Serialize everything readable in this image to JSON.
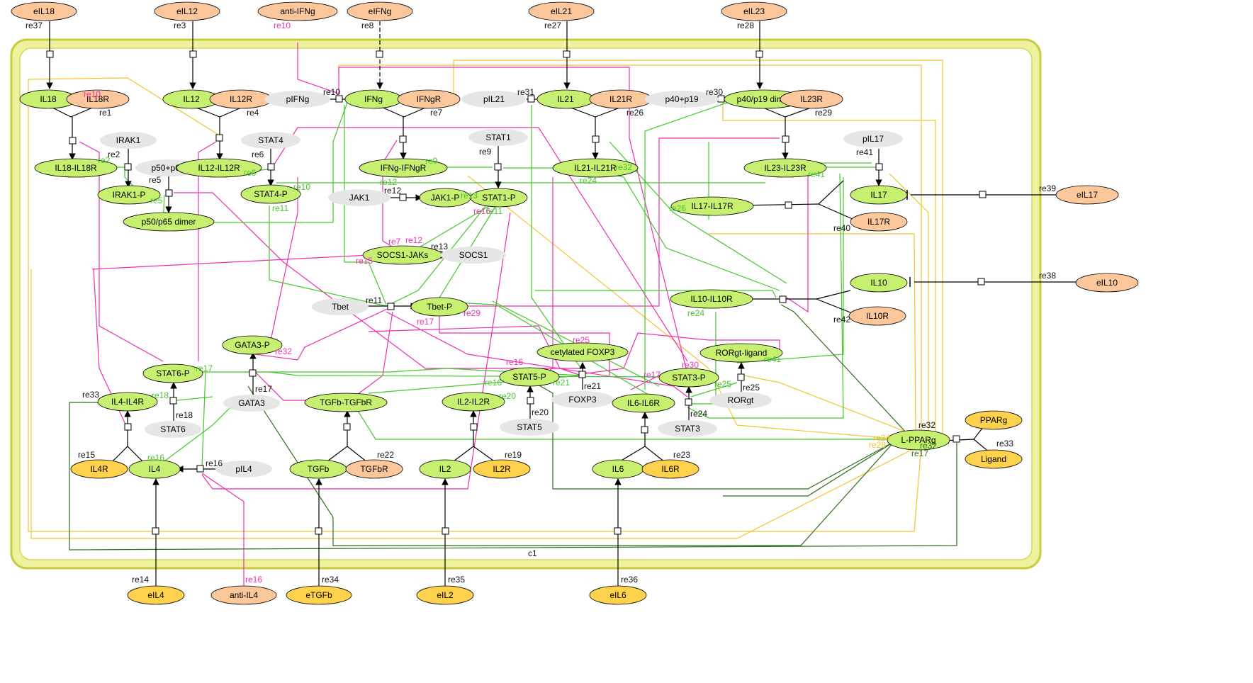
{
  "compartment": {
    "label": "c1"
  },
  "colors": {
    "activated": "#c8f070",
    "external": "#fcc89b",
    "ligand": "#ffd24d",
    "precursor": "#e6e6e6",
    "edge_black": "#000000",
    "edge_pink": "#ee2fb0",
    "edge_green": "#44c72b",
    "edge_darkgreen": "#2d6e1c",
    "edge_yellow": "#f4c430",
    "compartment_border": "#cfd34a",
    "compartment_fill": "#f6f8c8"
  },
  "nodes": [
    {
      "id": "eIL18",
      "label": "eIL18",
      "type": "external"
    },
    {
      "id": "eIL12",
      "label": "eIL12",
      "type": "external"
    },
    {
      "id": "antiIFNg",
      "label": "anti-IFNg",
      "type": "external"
    },
    {
      "id": "eIFNg",
      "label": "eIFNg",
      "type": "external"
    },
    {
      "id": "eIL21",
      "label": "eIL21",
      "type": "external"
    },
    {
      "id": "eIL23",
      "label": "eIL23",
      "type": "external"
    },
    {
      "id": "IL18",
      "label": "IL18",
      "type": "activated"
    },
    {
      "id": "IL18R",
      "label": "IL18R",
      "type": "external"
    },
    {
      "id": "IL12",
      "label": "IL12",
      "type": "activated"
    },
    {
      "id": "IL12R",
      "label": "IL12R",
      "type": "external"
    },
    {
      "id": "pIFNg",
      "label": "pIFNg",
      "type": "precursor"
    },
    {
      "id": "IFNg",
      "label": "IFNg",
      "type": "activated"
    },
    {
      "id": "IFNgR",
      "label": "IFNgR",
      "type": "external"
    },
    {
      "id": "pIL21",
      "label": "pIL21",
      "type": "precursor"
    },
    {
      "id": "IL21",
      "label": "IL21",
      "type": "activated"
    },
    {
      "id": "IL21R",
      "label": "IL21R",
      "type": "external"
    },
    {
      "id": "p40p19",
      "label": "p40+p19",
      "type": "precursor"
    },
    {
      "id": "p40p19dimer",
      "label": "p40/p19 dimer",
      "type": "activated"
    },
    {
      "id": "IL23R",
      "label": "IL23R",
      "type": "external"
    },
    {
      "id": "IRAK1",
      "label": "IRAK1",
      "type": "precursor"
    },
    {
      "id": "STAT4",
      "label": "STAT4",
      "type": "precursor"
    },
    {
      "id": "STAT1",
      "label": "STAT1",
      "type": "precursor"
    },
    {
      "id": "pIL17",
      "label": "pIL17",
      "type": "precursor"
    },
    {
      "id": "IL18IL18R",
      "label": "IL18-IL18R",
      "type": "activated"
    },
    {
      "id": "p50p65",
      "label": "p50+p65",
      "type": "precursor"
    },
    {
      "id": "IL12IL12R",
      "label": "IL12-IL12R",
      "type": "activated"
    },
    {
      "id": "IFNgIFNgR",
      "label": "IFNg-IFNgR",
      "type": "activated"
    },
    {
      "id": "IL21IL21R",
      "label": "IL21-IL21R",
      "type": "activated"
    },
    {
      "id": "IL23IL23R",
      "label": "IL23-IL23R",
      "type": "activated"
    },
    {
      "id": "IRAK1P",
      "label": "IRAK1-P",
      "type": "activated"
    },
    {
      "id": "STAT4P",
      "label": "STAT4-P",
      "type": "activated"
    },
    {
      "id": "JAK1",
      "label": "JAK1",
      "type": "precursor"
    },
    {
      "id": "JAK1P",
      "label": "JAK1-P",
      "type": "activated"
    },
    {
      "id": "STAT1P",
      "label": "STAT1-P",
      "type": "activated"
    },
    {
      "id": "IL17",
      "label": "IL17",
      "type": "activated"
    },
    {
      "id": "eIL17",
      "label": "eIL17",
      "type": "external"
    },
    {
      "id": "IL17IL17R",
      "label": "IL17-IL17R",
      "type": "activated"
    },
    {
      "id": "IL17R",
      "label": "IL17R",
      "type": "external"
    },
    {
      "id": "p50p65dimer",
      "label": "p50/p65 dimer",
      "type": "activated"
    },
    {
      "id": "SOCS1JAKs",
      "label": "SOCS1-JAKs",
      "type": "activated"
    },
    {
      "id": "SOCS1",
      "label": "SOCS1",
      "type": "precursor"
    },
    {
      "id": "IL10",
      "label": "IL10",
      "type": "activated"
    },
    {
      "id": "eIL10",
      "label": "eIL10",
      "type": "external"
    },
    {
      "id": "Tbet",
      "label": "Tbet",
      "type": "precursor"
    },
    {
      "id": "TbetP",
      "label": "Tbet-P",
      "type": "activated"
    },
    {
      "id": "IL10IL10R",
      "label": "IL10-IL10R",
      "type": "activated"
    },
    {
      "id": "IL10R",
      "label": "IL10R",
      "type": "external"
    },
    {
      "id": "GATA3P",
      "label": "GATA3-P",
      "type": "activated"
    },
    {
      "id": "acFOXP3",
      "label": "cetylated FOXP3",
      "type": "activated"
    },
    {
      "id": "RORgtligand",
      "label": "RORgt-ligand",
      "type": "activated"
    },
    {
      "id": "STAT6P",
      "label": "STAT6-P",
      "type": "activated"
    },
    {
      "id": "STAT5P",
      "label": "STAT5-P",
      "type": "activated"
    },
    {
      "id": "STAT3P",
      "label": "STAT3-P",
      "type": "activated"
    },
    {
      "id": "GATA3",
      "label": "GATA3",
      "type": "precursor"
    },
    {
      "id": "FOXP3",
      "label": "FOXP3",
      "type": "precursor"
    },
    {
      "id": "RORgt",
      "label": "RORgt",
      "type": "precursor"
    },
    {
      "id": "IL4IL4R",
      "label": "IL4-IL4R",
      "type": "activated"
    },
    {
      "id": "TGFbTGFbR",
      "label": "TGFb-TGFbR",
      "type": "activated"
    },
    {
      "id": "IL2IL2R",
      "label": "IL2-IL2R",
      "type": "activated"
    },
    {
      "id": "IL6IL6R",
      "label": "IL6-IL6R",
      "type": "activated"
    },
    {
      "id": "STAT6",
      "label": "STAT6",
      "type": "precursor"
    },
    {
      "id": "STAT5",
      "label": "STAT5",
      "type": "precursor"
    },
    {
      "id": "STAT3",
      "label": "STAT3",
      "type": "precursor"
    },
    {
      "id": "PPARg",
      "label": "PPARg",
      "type": "ligand"
    },
    {
      "id": "LPPARg",
      "label": "L-PPARg",
      "type": "activated"
    },
    {
      "id": "Ligand",
      "label": "Ligand",
      "type": "ligand"
    },
    {
      "id": "IL4R",
      "label": "IL4R",
      "type": "ligand"
    },
    {
      "id": "IL4",
      "label": "IL4",
      "type": "activated"
    },
    {
      "id": "pIL4",
      "label": "pIL4",
      "type": "precursor"
    },
    {
      "id": "TGFb",
      "label": "TGFb",
      "type": "activated"
    },
    {
      "id": "TGFbR",
      "label": "TGFbR",
      "type": "external"
    },
    {
      "id": "IL2",
      "label": "IL2",
      "type": "activated"
    },
    {
      "id": "IL2R",
      "label": "IL2R",
      "type": "ligand"
    },
    {
      "id": "IL6",
      "label": "IL6",
      "type": "activated"
    },
    {
      "id": "IL6R",
      "label": "IL6R",
      "type": "ligand"
    },
    {
      "id": "eIL4",
      "label": "eIL4",
      "type": "ligand"
    },
    {
      "id": "antiIL4",
      "label": "anti-IL4",
      "type": "external"
    },
    {
      "id": "eTGFb",
      "label": "eTGFb",
      "type": "ligand"
    },
    {
      "id": "eIL2",
      "label": "eIL2",
      "type": "ligand"
    },
    {
      "id": "eIL6",
      "label": "eIL6",
      "type": "ligand"
    }
  ],
  "reactions": [
    {
      "id": "re37",
      "label": "re37"
    },
    {
      "id": "re3",
      "label": "re3"
    },
    {
      "id": "re10a",
      "label": "re10"
    },
    {
      "id": "re8",
      "label": "re8"
    },
    {
      "id": "re27",
      "label": "re27"
    },
    {
      "id": "re28",
      "label": "re28"
    },
    {
      "id": "re1",
      "label": "re1"
    },
    {
      "id": "re4",
      "label": "re4"
    },
    {
      "id": "re10b",
      "label": "re10"
    },
    {
      "id": "re7",
      "label": "re7"
    },
    {
      "id": "re31",
      "label": "re31"
    },
    {
      "id": "re26",
      "label": "re26"
    },
    {
      "id": "re30",
      "label": "re30"
    },
    {
      "id": "re29",
      "label": "re29"
    },
    {
      "id": "re2",
      "label": "re2"
    },
    {
      "id": "re5",
      "label": "re5"
    },
    {
      "id": "re6",
      "label": "re6"
    },
    {
      "id": "re9",
      "label": "re9"
    },
    {
      "id": "re41",
      "label": "re41"
    },
    {
      "id": "re12",
      "label": "re12"
    },
    {
      "id": "re39",
      "label": "re39"
    },
    {
      "id": "re40",
      "label": "re40"
    },
    {
      "id": "re13",
      "label": "re13"
    },
    {
      "id": "re38",
      "label": "re38"
    },
    {
      "id": "re11",
      "label": "re11"
    },
    {
      "id": "re42",
      "label": "re42"
    },
    {
      "id": "re17",
      "label": "re17"
    },
    {
      "id": "re21",
      "label": "re21"
    },
    {
      "id": "re24",
      "label": "re24"
    },
    {
      "id": "re25",
      "label": "re25"
    },
    {
      "id": "re33",
      "label": "re33"
    },
    {
      "id": "re18",
      "label": "re18"
    },
    {
      "id": "re20",
      "label": "re20"
    },
    {
      "id": "re15",
      "label": "re15"
    },
    {
      "id": "re16",
      "label": "re16"
    },
    {
      "id": "re22",
      "label": "re22"
    },
    {
      "id": "re19",
      "label": "re19"
    },
    {
      "id": "re23",
      "label": "re23"
    },
    {
      "id": "re32",
      "label": "re32"
    },
    {
      "id": "re33b",
      "label": "re33"
    },
    {
      "id": "re14",
      "label": "re14"
    },
    {
      "id": "re34",
      "label": "re34"
    },
    {
      "id": "re35",
      "label": "re35"
    },
    {
      "id": "re36",
      "label": "re36"
    }
  ],
  "edge_labels": [
    {
      "text": "re10",
      "color": "pink"
    },
    {
      "text": "re2",
      "color": "green"
    },
    {
      "text": "re5",
      "color": "green"
    },
    {
      "text": "re10",
      "color": "green"
    },
    {
      "text": "re6",
      "color": "green"
    },
    {
      "text": "re11",
      "color": "green"
    },
    {
      "text": "re9",
      "color": "green"
    },
    {
      "text": "re12",
      "color": "green"
    },
    {
      "text": "re7",
      "color": "pink"
    },
    {
      "text": "re12",
      "color": "pink"
    },
    {
      "text": "re15",
      "color": "pink"
    },
    {
      "text": "re13",
      "color": "green"
    },
    {
      "text": "re16",
      "color": "pink"
    },
    {
      "text": "re11",
      "color": "green"
    },
    {
      "text": "re29",
      "color": "pink"
    },
    {
      "text": "re17",
      "color": "pink"
    },
    {
      "text": "re26",
      "color": "green"
    },
    {
      "text": "re24",
      "color": "green"
    },
    {
      "text": "re32",
      "color": "green"
    },
    {
      "text": "re41",
      "color": "green"
    },
    {
      "text": "re24",
      "color": "green"
    },
    {
      "text": "re25",
      "color": "pink"
    },
    {
      "text": "re16",
      "color": "green"
    },
    {
      "text": "re32",
      "color": "pink"
    },
    {
      "text": "re17",
      "color": "green"
    },
    {
      "text": "re18",
      "color": "green"
    },
    {
      "text": "re16",
      "color": "green"
    },
    {
      "text": "re21",
      "color": "green"
    },
    {
      "text": "re20",
      "color": "green"
    },
    {
      "text": "re25",
      "color": "green"
    },
    {
      "text": "re41",
      "color": "green"
    },
    {
      "text": "re30",
      "color": "pink"
    },
    {
      "text": "re17",
      "color": "pink"
    },
    {
      "text": "re16",
      "color": "pink"
    },
    {
      "text": "re16",
      "color": "pink"
    },
    {
      "text": "re28",
      "color": "yellow"
    },
    {
      "text": "re24",
      "color": "yellow"
    },
    {
      "text": "re17",
      "color": "darkgreen"
    },
    {
      "text": "re32",
      "color": "darkgreen"
    }
  ]
}
